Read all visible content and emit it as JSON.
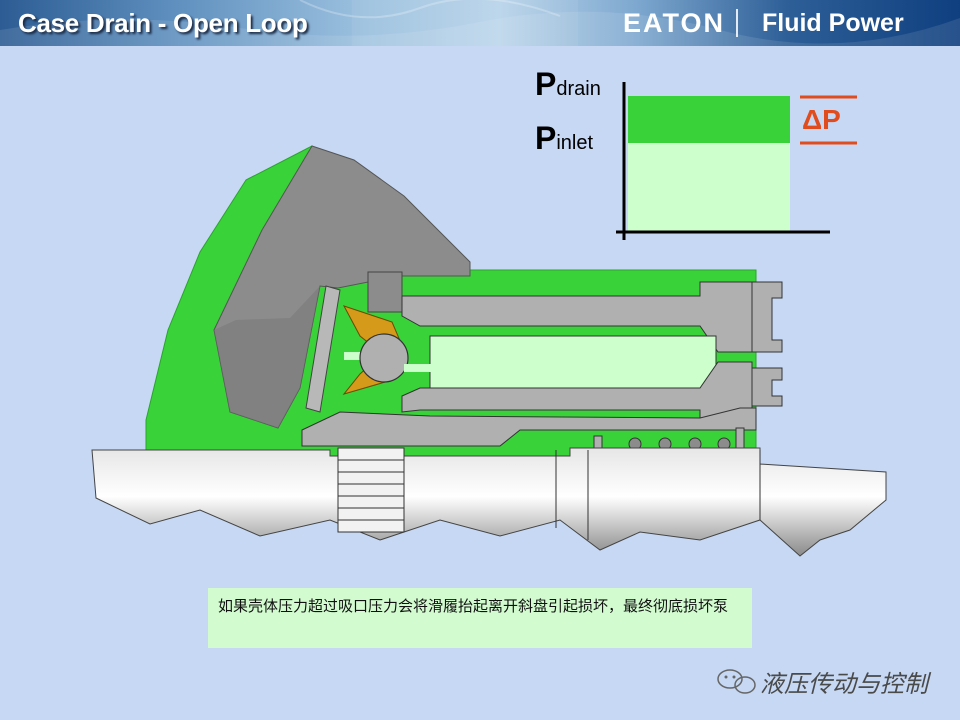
{
  "header": {
    "title": "Case Drain - Open Loop",
    "brand_logo": "EATON",
    "brand_sub": "Fluid Power"
  },
  "pressure_chart": {
    "label_drain_letter": "P",
    "label_drain_sub": "drain",
    "label_inlet_letter": "P",
    "label_inlet_sub": "inlet",
    "delta_label": "ΔP"
  },
  "caption": "如果壳体压力超过吸口压力会将滑履抬起离开斜盘引起损坏，最终彻底损坏泵",
  "watermark": "液压传动与控制",
  "colors": {
    "case_green": "#39d239",
    "light_green": "#ccffcc",
    "metal_gray": "#b0b0b0",
    "dark_gray": "#8c8c8c",
    "slipper_orange": "#d69a1a",
    "delta_red": "#e14c1e",
    "background": "#c6d8f4"
  }
}
